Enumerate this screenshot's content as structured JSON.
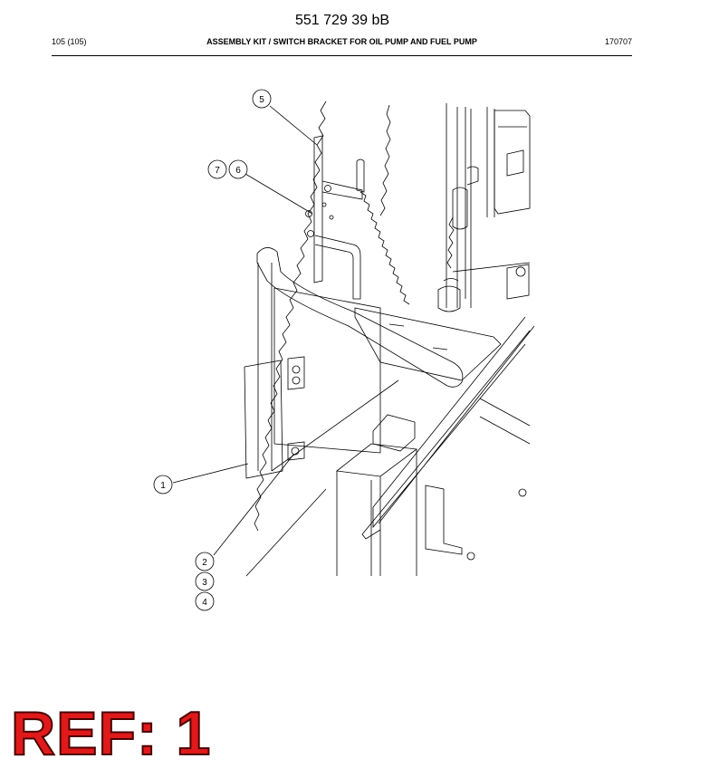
{
  "header": {
    "doc_number": "551 729 39 bB",
    "page_ref": "105 (105)",
    "title": "ASSEMBLY KIT / SWITCH BRACKET FOR OIL PUMP AND FUEL PUMP",
    "date_code": "170707"
  },
  "callouts": [
    "1",
    "2",
    "3",
    "4",
    "5",
    "6",
    "7"
  ],
  "ref_label": "REF: 1",
  "colors": {
    "ref_label": "#e01a1a",
    "line_art": "#000000",
    "background": "#ffffff"
  }
}
